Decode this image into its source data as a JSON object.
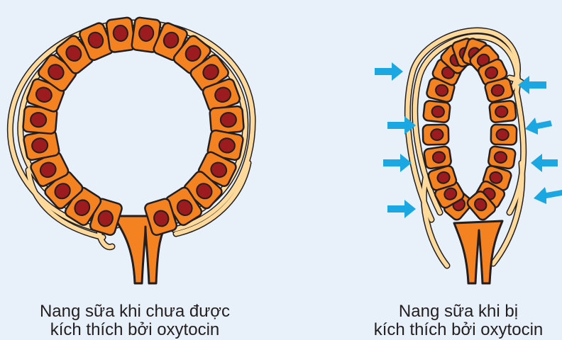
{
  "figure": {
    "left": {
      "caption_line1": "Nang sữa khi chưa được",
      "caption_line2": "kích thích bởi oxytocin"
    },
    "right": {
      "caption_line1": "Nang sữa khi bị",
      "caption_line2": "kích thích bởi oxytocin"
    }
  },
  "colors": {
    "background": "#e8f0f9",
    "myoepithelial_fibers": "#fdd99b",
    "secretory_cells": "#f58220",
    "nuclei": "#9b1b1f",
    "outline": "#231f20",
    "pressure_arrows": "#1ba7e1"
  }
}
